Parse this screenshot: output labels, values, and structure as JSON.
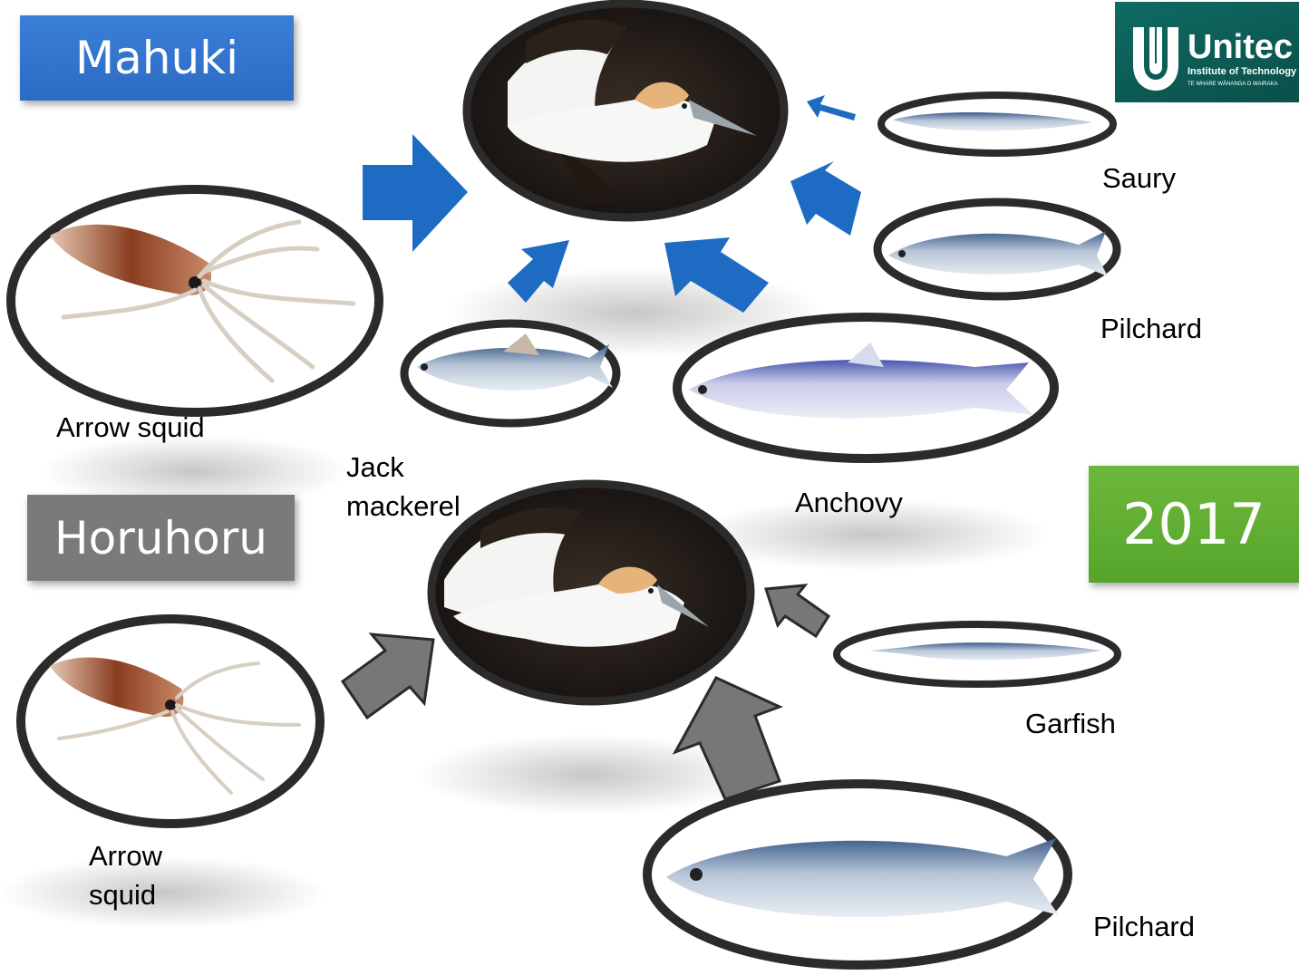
{
  "diagram": {
    "sites": [
      {
        "name": "Mahuki",
        "color": "#2f6fcb"
      },
      {
        "name": "Horuhoru",
        "color": "#7a7a7a"
      }
    ],
    "year": "2017",
    "year_color": "#5aaa2e",
    "logo": {
      "brand": "Unitec",
      "subtitle": "Institute of Technology",
      "tagline": "TE WHARE WĀNANGA O WAIRAKA"
    },
    "predator": "gannet",
    "mahuki_prey": [
      {
        "label": "Saury",
        "icon": "saury-fish"
      },
      {
        "label": "Pilchard",
        "icon": "pilchard-fish"
      },
      {
        "label": "Anchovy",
        "icon": "anchovy-fish"
      },
      {
        "label": "Jack\nmackerel",
        "icon": "jack-mackerel-fish"
      },
      {
        "label": "Arrow squid",
        "icon": "squid"
      }
    ],
    "horuhoru_prey": [
      {
        "label": "Garfish",
        "icon": "garfish-fish"
      },
      {
        "label": "Pilchard",
        "icon": "pilchard-fish"
      },
      {
        "label": "Arrow\nsquid",
        "icon": "squid"
      }
    ],
    "arrow_colors": {
      "mahuki": "#1e6bc4",
      "horuhoru": "#777777"
    }
  }
}
